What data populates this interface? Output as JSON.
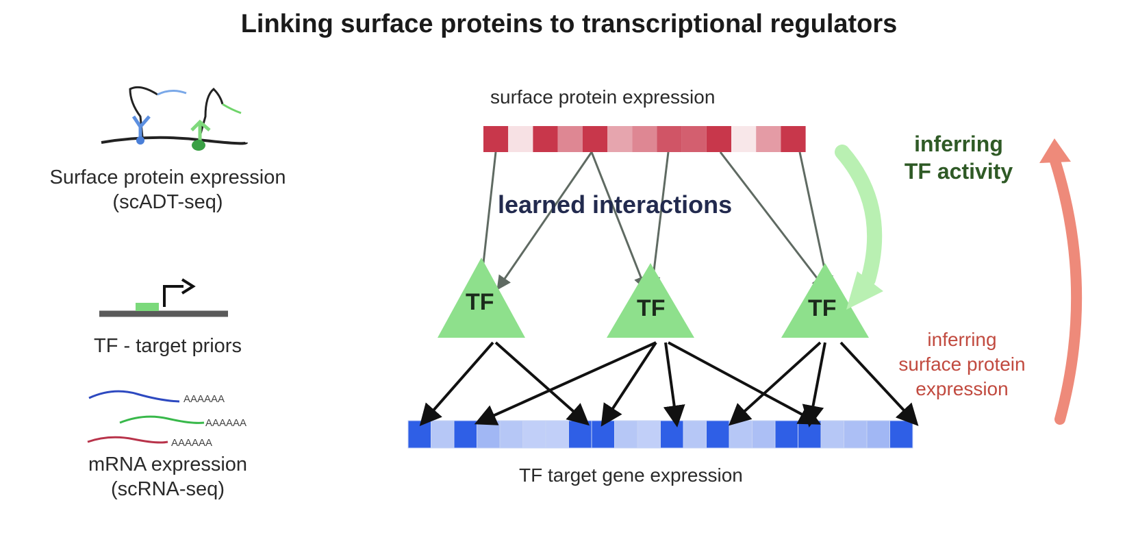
{
  "title": "Linking surface proteins to transcriptional regulators",
  "left_panel": {
    "surface_protein": {
      "label": "Surface protein expression",
      "sublabel": "(scADT-seq)"
    },
    "tf_priors": {
      "label": "TF - target priors"
    },
    "mrna": {
      "label": "mRNA expression",
      "sublabel": "(scRNA-seq)",
      "polyA": [
        "AAAAAA",
        "AAAAAA",
        "AAAAAA"
      ]
    }
  },
  "diagram": {
    "surface_row_label": "surface protein expression",
    "learned_label": "learned interactions",
    "tf_nodes": [
      "TF",
      "TF",
      "TF"
    ],
    "target_row_label": "TF target gene expression",
    "inferring_tf": [
      "inferring",
      "TF activity"
    ],
    "inferring_sp": [
      "inferring",
      "surface protein",
      "expression"
    ]
  },
  "colors": {
    "surface_strong": "#c8374b",
    "target_strong": "#2f5fe6",
    "tf_fill": "#8ee08c",
    "arrow_green": "#a8eea0",
    "arrow_red": "#ee7d6c"
  },
  "surface_cells": [
    1.0,
    0.15,
    1.0,
    0.6,
    1.0,
    0.45,
    0.6,
    0.85,
    0.8,
    1.0,
    0.12,
    0.5,
    1.0
  ],
  "target_cells": [
    1.0,
    0.35,
    1.0,
    0.45,
    0.35,
    0.3,
    0.3,
    1.0,
    1.0,
    0.35,
    0.3,
    1.0,
    0.35,
    1.0,
    0.35,
    0.4,
    1.0,
    1.0,
    0.35,
    0.4,
    0.45,
    1.0
  ]
}
